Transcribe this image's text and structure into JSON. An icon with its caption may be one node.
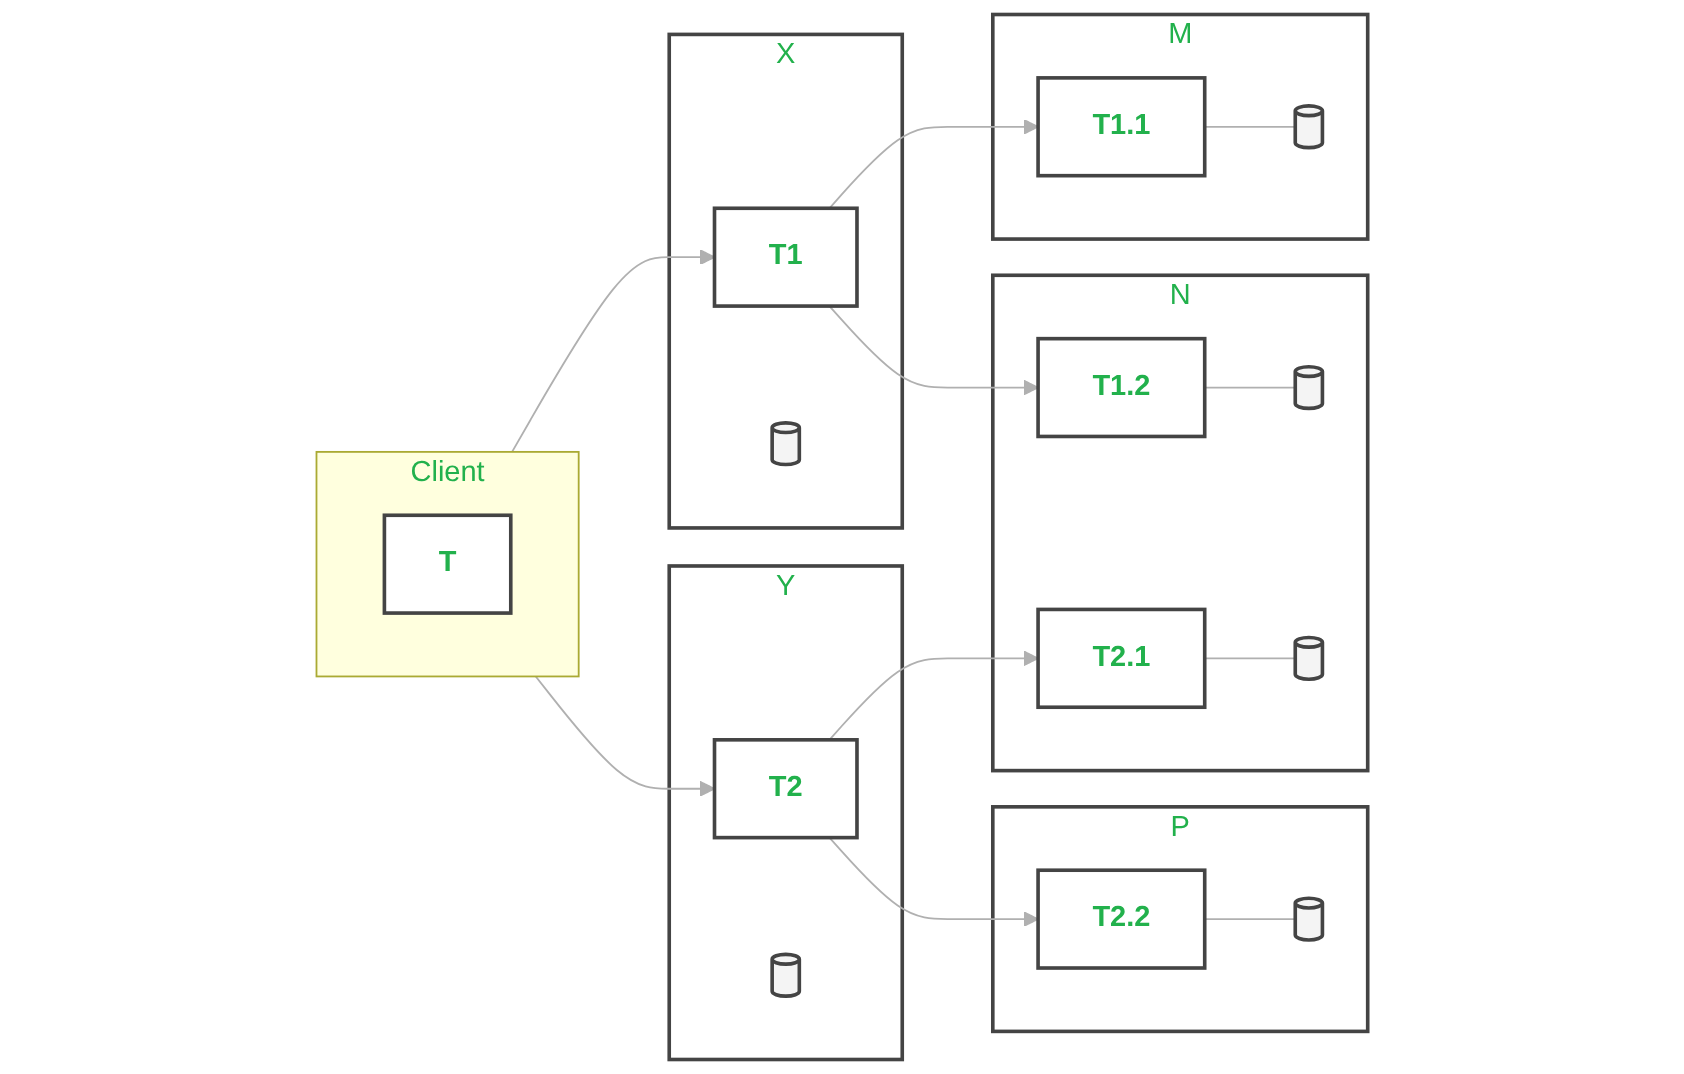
{
  "diagram": {
    "nodes": [
      {
        "text": [
          "Client"
        ]
      },
      {
        "text": [
          "T"
        ],
        "in": 0
      },
      {
        "text": [
          "X"
        ]
      },
      {
        "text": [
          "T1"
        ],
        "in": 2
      },
      {
        "text": [],
        "shape": "cylinder",
        "in": 2
      },
      {
        "text": [
          "Y"
        ]
      },
      {
        "text": [
          "T2"
        ],
        "in": 5
      },
      {
        "text": [],
        "shape": "cylinder",
        "in": 5
      },
      {
        "text": [
          "M"
        ]
      },
      {
        "text": [
          "T1.1"
        ],
        "in": 8
      },
      {
        "text": [],
        "shape": "cylinder",
        "in": 8
      },
      {
        "text": [
          "N"
        ]
      },
      {
        "text": [
          "T1.2"
        ],
        "in": 11
      },
      {
        "text": [],
        "shape": "cylinder",
        "in": 11
      },
      {
        "text": [
          "T2.1"
        ],
        "in": 11
      },
      {
        "text": [],
        "shape": "cylinder",
        "in": 11
      },
      {
        "text": [
          "P"
        ]
      },
      {
        "text": [
          "T2.2"
        ],
        "in": 16
      },
      {
        "text": [],
        "shape": "cylinder",
        "in": 16
      }
    ],
    "edges": [
      {
        "from": 0,
        "to": 3,
        "arrow": "to"
      },
      {
        "from": 0,
        "to": 6,
        "arrow": "to"
      },
      {
        "from": 3,
        "to": 9,
        "arrow": "to"
      },
      {
        "from": 3,
        "to": 12,
        "arrow": "to"
      },
      {
        "from": 6,
        "to": 14,
        "arrow": "to"
      },
      {
        "from": 6,
        "to": 17,
        "arrow": "to"
      },
      {
        "from": 9,
        "to": 10,
        "arrow": "none"
      },
      {
        "from": 12,
        "to": 13,
        "arrow": "none"
      },
      {
        "from": 14,
        "to": 15,
        "arrow": "none"
      },
      {
        "from": 17,
        "to": 18,
        "arrow": "none"
      }
    ]
  }
}
